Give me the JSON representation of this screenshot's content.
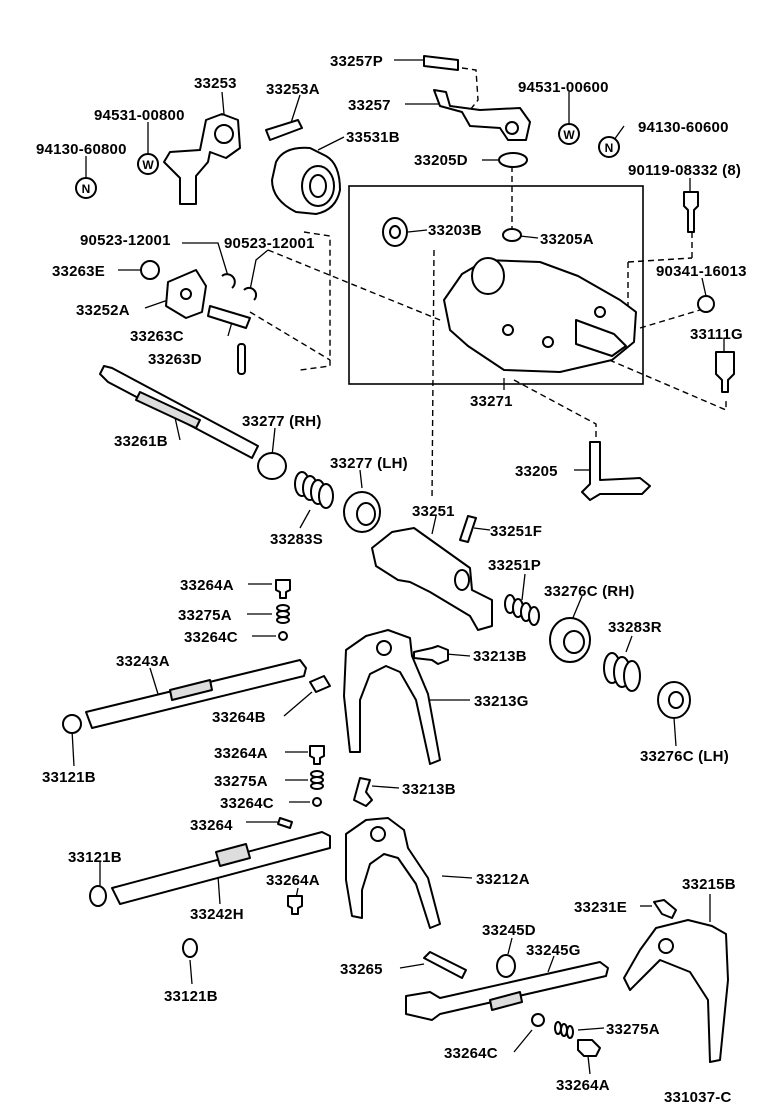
{
  "labels": {
    "l33257p": "33257P",
    "l33253": "33253",
    "l33253a": "33253A",
    "l33257": "33257",
    "l94531_00600": "94531-00600",
    "l94531_00800": "94531-00800",
    "l94130_60600": "94130-60600",
    "l94130_60800": "94130-60800",
    "l33531b": "33531B",
    "l33205d": "33205D",
    "l90119": "90119-08332 (8)",
    "l33203b": "33203B",
    "l33205a": "33205A",
    "l90523_a": "90523-12001",
    "l90523_b": "90523-12001",
    "l90341": "90341-16013",
    "l33263e": "33263E",
    "l33252a": "33252A",
    "l33263c": "33263C",
    "l33111g": "33111G",
    "l33263d": "33263D",
    "l33271": "33271",
    "l33261b": "33261B",
    "l33277rh": "33277 (RH)",
    "l33277lh": "33277 (LH)",
    "l33205": "33205",
    "l33283s": "33283S",
    "l33251": "33251",
    "l33251f": "33251F",
    "l33251p": "33251P",
    "l33264a_1": "33264A",
    "l33276crh": "33276C (RH)",
    "l33275a_1": "33275A",
    "l33283r": "33283R",
    "l33264c_1": "33264C",
    "l33213b_1": "33213B",
    "l33243a": "33243A",
    "l33213g": "33213G",
    "l33264b": "33264B",
    "l33121b_1": "33121B",
    "l33276clh": "33276C (LH)",
    "l33264a_2": "33264A",
    "l33275a_2": "33275A",
    "l33213b_2": "33213B",
    "l33264c_2": "33264C",
    "l33264": "33264",
    "l33121b_2": "33121B",
    "l33212a": "33212A",
    "l33264a_3": "33264A",
    "l33215b": "33215B",
    "l33242h": "33242H",
    "l33231e": "33231E",
    "l33245d": "33245D",
    "l33245g": "33245G",
    "l33121b_3": "33121B",
    "l33265": "33265",
    "l33275a_3": "33275A",
    "l33264c_3": "33264C",
    "l33264a_4": "33264A",
    "l331037c": "331037-C"
  },
  "marks": {
    "w1": "W",
    "w2": "W",
    "n1": "N",
    "n2": "N"
  }
}
